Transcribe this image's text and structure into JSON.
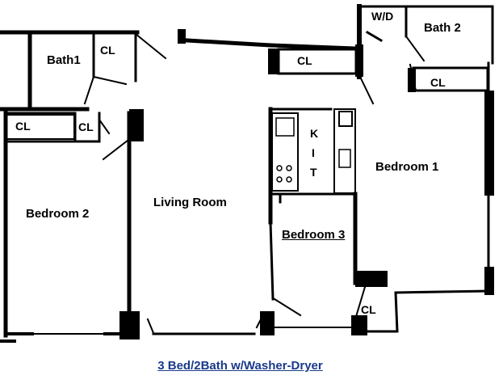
{
  "caption": "3 Bed/2Bath w/Washer-Dryer",
  "rooms": {
    "bedroom1": "Bedroom 1",
    "bedroom2": "Bedroom 2",
    "bedroom3": "Bedroom 3",
    "living_room": "Living Room",
    "bath1": "Bath1",
    "bath2": "Bath 2",
    "washer_dryer": "W/D",
    "kitchen_letters": [
      "K",
      "I",
      "T"
    ]
  },
  "closets": {
    "cl_bath1": "CL",
    "cl_top_center": "CL",
    "cl_bedroom1": "CL",
    "cl_bedroom2_left": "CL",
    "cl_bedroom2_right": "CL",
    "cl_bottom": "CL"
  },
  "colors": {
    "wall": "#000000",
    "caption": "#1a3a8a"
  }
}
